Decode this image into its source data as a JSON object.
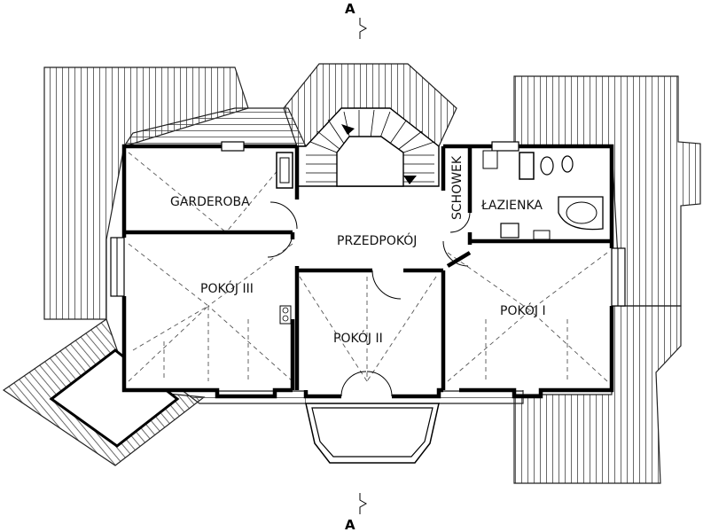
{
  "section_marks": {
    "top": "A",
    "bottom": "A"
  },
  "rooms": {
    "garderoba": "GARDEROBA",
    "przedpokoj": "PRZEDPOKÓJ",
    "schowek": "SCHOWEK",
    "lazienka": "ŁAZIENKA",
    "pokoj1": "POKÓJ I",
    "pokoj2": "POKÓJ II",
    "pokoj3": "POKÓJ III"
  }
}
